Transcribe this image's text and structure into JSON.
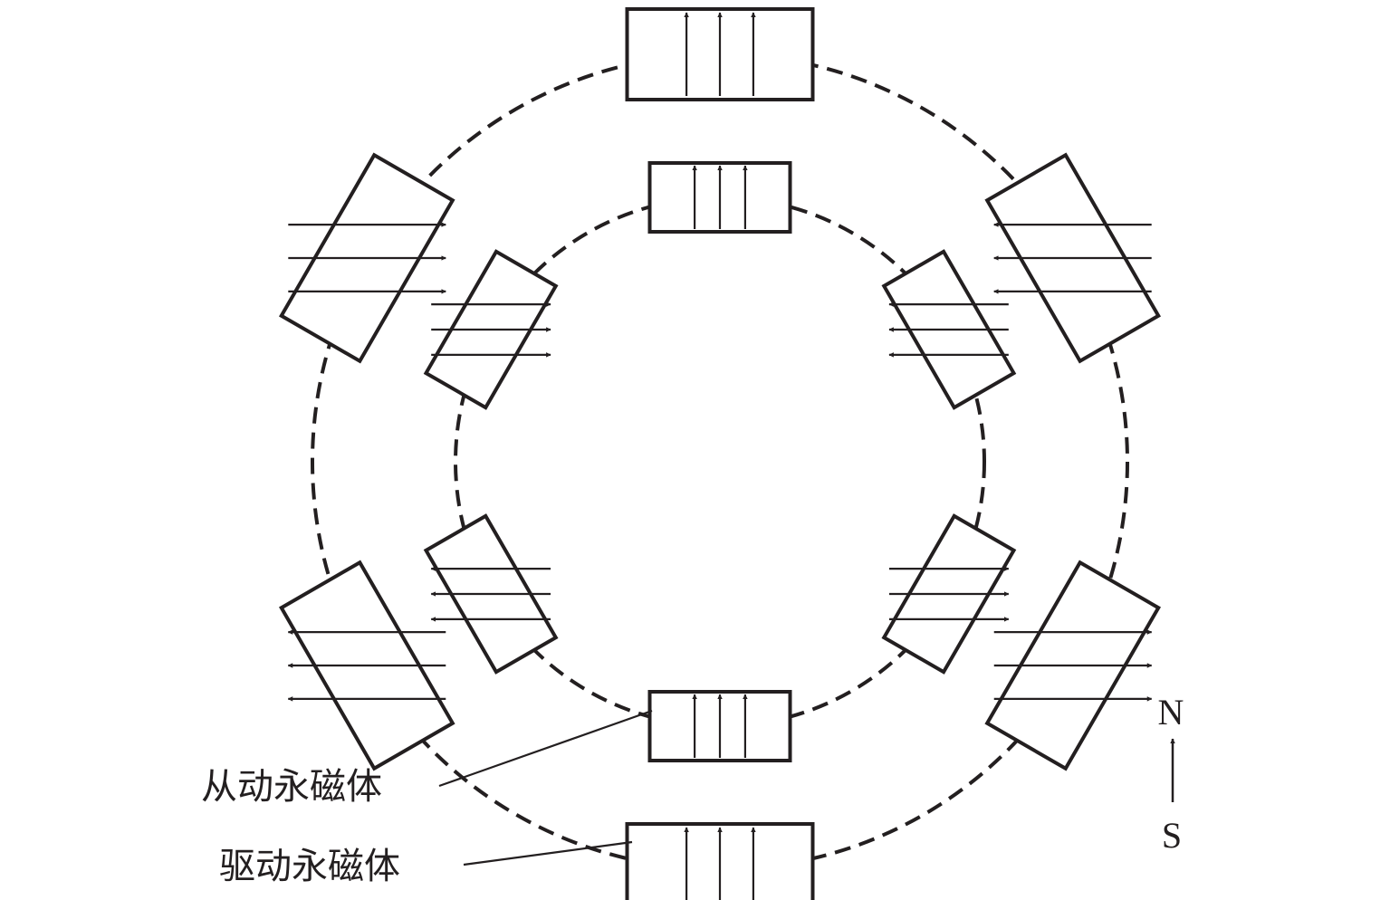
{
  "labels": {
    "driven_magnet": "从动永磁体",
    "driving_magnet": "驱动永磁体"
  },
  "compass": {
    "north": "N",
    "south": "S"
  },
  "rings": [
    {
      "id": "outer",
      "role": "驱动永磁体",
      "magnets": [
        {
          "angle_deg": 90,
          "arrow_direction": "N"
        },
        {
          "angle_deg": 30,
          "arrow_direction": "W"
        },
        {
          "angle_deg": -30,
          "arrow_direction": "E"
        },
        {
          "angle_deg": -90,
          "arrow_direction": "N"
        },
        {
          "angle_deg": 210,
          "arrow_direction": "W"
        },
        {
          "angle_deg": 150,
          "arrow_direction": "E"
        }
      ]
    },
    {
      "id": "inner",
      "role": "从动永磁体",
      "magnets": [
        {
          "angle_deg": 90,
          "arrow_direction": "N"
        },
        {
          "angle_deg": 30,
          "arrow_direction": "W"
        },
        {
          "angle_deg": -30,
          "arrow_direction": "E"
        },
        {
          "angle_deg": -90,
          "arrow_direction": "N"
        },
        {
          "angle_deg": 210,
          "arrow_direction": "W"
        },
        {
          "angle_deg": 150,
          "arrow_direction": "E"
        }
      ]
    }
  ],
  "colors": {
    "stroke": "#231f20",
    "background": "#ffffff"
  }
}
